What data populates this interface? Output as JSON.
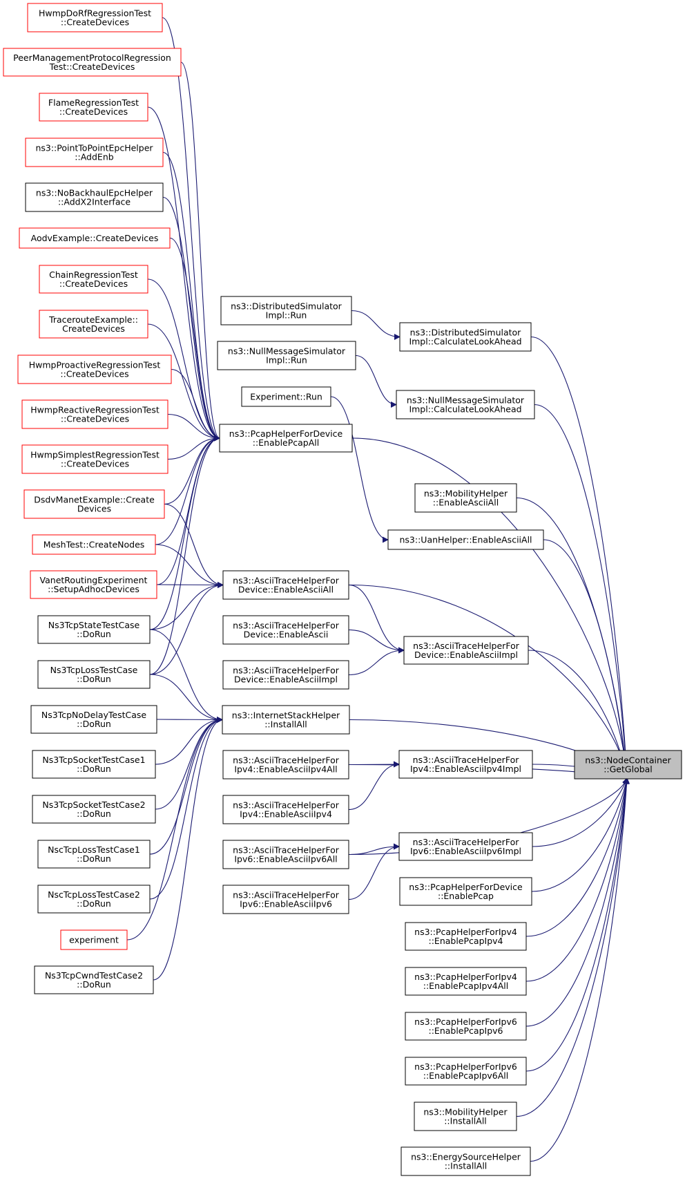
{
  "colors": {
    "edge": "#191970",
    "box_black": "#000000",
    "box_red": "#ff0000",
    "box_fill": "#ffffff",
    "target_fill": "#bfbfbf",
    "text": "#000000"
  },
  "nodes": [
    {
      "id": "n0",
      "lines": [
        "HwmpDoRfRegressionTest",
        "::CreateDevices"
      ],
      "color": "red"
    },
    {
      "id": "n1",
      "lines": [
        "PeerManagementProtocolRegression",
        "Test::CreateDevices"
      ],
      "color": "red"
    },
    {
      "id": "n2",
      "lines": [
        "FlameRegressionTest",
        "::CreateDevices"
      ],
      "color": "red"
    },
    {
      "id": "n3",
      "lines": [
        "ns3::PointToPointEpcHelper",
        "::AddEnb"
      ],
      "color": "red"
    },
    {
      "id": "n4",
      "lines": [
        "ns3::NoBackhaulEpcHelper",
        "::AddX2Interface"
      ],
      "color": "black"
    },
    {
      "id": "n5",
      "lines": [
        "AodvExample::CreateDevices"
      ],
      "color": "red"
    },
    {
      "id": "n6",
      "lines": [
        "ChainRegressionTest",
        "::CreateDevices"
      ],
      "color": "red"
    },
    {
      "id": "n7",
      "lines": [
        "TracerouteExample::",
        "CreateDevices"
      ],
      "color": "red"
    },
    {
      "id": "n8",
      "lines": [
        "HwmpProactiveRegressionTest",
        "::CreateDevices"
      ],
      "color": "red"
    },
    {
      "id": "n9",
      "lines": [
        "HwmpReactiveRegressionTest",
        "::CreateDevices"
      ],
      "color": "red"
    },
    {
      "id": "n10",
      "lines": [
        "HwmpSimplestRegressionTest",
        "::CreateDevices"
      ],
      "color": "red"
    },
    {
      "id": "n11",
      "lines": [
        "DsdvManetExample::Create",
        "Devices"
      ],
      "color": "red"
    },
    {
      "id": "n12",
      "lines": [
        "MeshTest::CreateNodes"
      ],
      "color": "red"
    },
    {
      "id": "n13",
      "lines": [
        "VanetRoutingExperiment",
        "::SetupAdhocDevices"
      ],
      "color": "red"
    },
    {
      "id": "n14",
      "lines": [
        "Ns3TcpStateTestCase",
        "::DoRun"
      ],
      "color": "black"
    },
    {
      "id": "n15",
      "lines": [
        "Ns3TcpLossTestCase",
        "::DoRun"
      ],
      "color": "black"
    },
    {
      "id": "n16",
      "lines": [
        "Ns3TcpNoDelayTestCase",
        "::DoRun"
      ],
      "color": "black"
    },
    {
      "id": "n17",
      "lines": [
        "Ns3TcpSocketTestCase1",
        "::DoRun"
      ],
      "color": "black"
    },
    {
      "id": "n18",
      "lines": [
        "Ns3TcpSocketTestCase2",
        "::DoRun"
      ],
      "color": "black"
    },
    {
      "id": "n19",
      "lines": [
        "NscTcpLossTestCase1",
        "::DoRun"
      ],
      "color": "black"
    },
    {
      "id": "n20",
      "lines": [
        "NscTcpLossTestCase2",
        "::DoRun"
      ],
      "color": "black"
    },
    {
      "id": "n21",
      "lines": [
        "experiment"
      ],
      "color": "red"
    },
    {
      "id": "n22",
      "lines": [
        "Ns3TcpCwndTestCase2",
        "::DoRun"
      ],
      "color": "black"
    },
    {
      "id": "m0",
      "lines": [
        "ns3::DistributedSimulator",
        "Impl::Run"
      ],
      "color": "black"
    },
    {
      "id": "m1",
      "lines": [
        "ns3::NullMessageSimulator",
        "Impl::Run"
      ],
      "color": "black"
    },
    {
      "id": "m2",
      "lines": [
        "Experiment::Run"
      ],
      "color": "black"
    },
    {
      "id": "m3",
      "lines": [
        "ns3::PcapHelperForDevice",
        "::EnablePcapAll"
      ],
      "color": "black"
    },
    {
      "id": "m4",
      "lines": [
        "ns3::AsciiTraceHelperFor",
        "Device::EnableAsciiAll"
      ],
      "color": "black"
    },
    {
      "id": "m5",
      "lines": [
        "ns3::AsciiTraceHelperFor",
        "Device::EnableAscii"
      ],
      "color": "black"
    },
    {
      "id": "m6",
      "lines": [
        "ns3::AsciiTraceHelperFor",
        "Device::EnableAsciiImpl"
      ],
      "color": "black"
    },
    {
      "id": "m7",
      "lines": [
        "ns3::InternetStackHelper",
        "::InstallAll"
      ],
      "color": "black"
    },
    {
      "id": "m8",
      "lines": [
        "ns3::AsciiTraceHelperFor",
        "Ipv4::EnableAsciiIpv4All"
      ],
      "color": "black"
    },
    {
      "id": "m9",
      "lines": [
        "ns3::AsciiTraceHelperFor",
        "Ipv4::EnableAsciiIpv4"
      ],
      "color": "black"
    },
    {
      "id": "m10",
      "lines": [
        "ns3::AsciiTraceHelperFor",
        "Ipv6::EnableAsciiIpv6All"
      ],
      "color": "black"
    },
    {
      "id": "m11",
      "lines": [
        "ns3::AsciiTraceHelperFor",
        "Ipv6::EnableAsciiIpv6"
      ],
      "color": "black"
    },
    {
      "id": "r0",
      "lines": [
        "ns3::DistributedSimulator",
        "Impl::CalculateLookAhead"
      ],
      "color": "black"
    },
    {
      "id": "r1",
      "lines": [
        "ns3::NullMessageSimulator",
        "Impl::CalculateLookAhead"
      ],
      "color": "black"
    },
    {
      "id": "r2",
      "lines": [
        "ns3::MobilityHelper",
        "::EnableAsciiAll"
      ],
      "color": "black"
    },
    {
      "id": "r3",
      "lines": [
        "ns3::UanHelper::EnableAsciiAll"
      ],
      "color": "black"
    },
    {
      "id": "r4",
      "lines": [
        "ns3::AsciiTraceHelperFor",
        "Device::EnableAsciiImpl"
      ],
      "color": "black"
    },
    {
      "id": "r5",
      "lines": [
        "ns3::AsciiTraceHelperFor",
        "Ipv4::EnableAsciiIpv4Impl"
      ],
      "color": "black"
    },
    {
      "id": "r6",
      "lines": [
        "ns3::AsciiTraceHelperFor",
        "Ipv6::EnableAsciiIpv6Impl"
      ],
      "color": "black"
    },
    {
      "id": "r7",
      "lines": [
        "ns3::PcapHelperForDevice",
        "::EnablePcap"
      ],
      "color": "black"
    },
    {
      "id": "r8",
      "lines": [
        "ns3::PcapHelperForIpv4",
        "::EnablePcapIpv4"
      ],
      "color": "black"
    },
    {
      "id": "r9",
      "lines": [
        "ns3::PcapHelperForIpv4",
        "::EnablePcapIpv4All"
      ],
      "color": "black"
    },
    {
      "id": "r10",
      "lines": [
        "ns3::PcapHelperForIpv6",
        "::EnablePcapIpv6"
      ],
      "color": "black"
    },
    {
      "id": "r11",
      "lines": [
        "ns3::PcapHelperForIpv6",
        "::EnablePcapIpv6All"
      ],
      "color": "black"
    },
    {
      "id": "r12",
      "lines": [
        "ns3::MobilityHelper",
        "::InstallAll"
      ],
      "color": "black"
    },
    {
      "id": "r13",
      "lines": [
        "ns3::EnergySourceHelper",
        "::InstallAll"
      ],
      "color": "black"
    },
    {
      "id": "t0",
      "lines": [
        "ns3::NodeContainer",
        "::GetGlobal"
      ],
      "color": "black",
      "target": true
    }
  ],
  "edges": [
    [
      "n0",
      "m3"
    ],
    [
      "n1",
      "m3"
    ],
    [
      "n2",
      "m3"
    ],
    [
      "n3",
      "m3"
    ],
    [
      "n4",
      "m3"
    ],
    [
      "n5",
      "m3"
    ],
    [
      "n6",
      "m3"
    ],
    [
      "n7",
      "m3"
    ],
    [
      "n8",
      "m3"
    ],
    [
      "n9",
      "m3"
    ],
    [
      "n10",
      "m3"
    ],
    [
      "n11",
      "m3"
    ],
    [
      "n12",
      "m3"
    ],
    [
      "n13",
      "m3"
    ],
    [
      "n14",
      "m3"
    ],
    [
      "n15",
      "m3"
    ],
    [
      "n11",
      "m4"
    ],
    [
      "n12",
      "m4"
    ],
    [
      "n13",
      "m4"
    ],
    [
      "n14",
      "m4"
    ],
    [
      "n15",
      "m4"
    ],
    [
      "n14",
      "m7"
    ],
    [
      "n15",
      "m7"
    ],
    [
      "n16",
      "m7"
    ],
    [
      "n17",
      "m7"
    ],
    [
      "n18",
      "m7"
    ],
    [
      "n19",
      "m7"
    ],
    [
      "n20",
      "m7"
    ],
    [
      "n21",
      "m7"
    ],
    [
      "n22",
      "m7"
    ],
    [
      "m0",
      "r0"
    ],
    [
      "m1",
      "r1"
    ],
    [
      "m2",
      "r3"
    ],
    [
      "m4",
      "r4"
    ],
    [
      "m5",
      "r4"
    ],
    [
      "m6",
      "r4"
    ],
    [
      "m8",
      "r5"
    ],
    [
      "m9",
      "r5"
    ],
    [
      "m10",
      "r6"
    ],
    [
      "m11",
      "r6"
    ],
    [
      "r0",
      "t0"
    ],
    [
      "r1",
      "t0"
    ],
    [
      "r2",
      "t0"
    ],
    [
      "r3",
      "t0"
    ],
    [
      "m3",
      "t0"
    ],
    [
      "m4",
      "t0"
    ],
    [
      "r4",
      "t0"
    ],
    [
      "m7",
      "t0"
    ],
    [
      "m8",
      "t0"
    ],
    [
      "r5",
      "t0"
    ],
    [
      "m10",
      "t0"
    ],
    [
      "r6",
      "t0"
    ],
    [
      "r7",
      "t0"
    ],
    [
      "r8",
      "t0"
    ],
    [
      "r9",
      "t0"
    ],
    [
      "r10",
      "t0"
    ],
    [
      "r11",
      "t0"
    ],
    [
      "r12",
      "t0"
    ],
    [
      "r13",
      "t0"
    ]
  ]
}
